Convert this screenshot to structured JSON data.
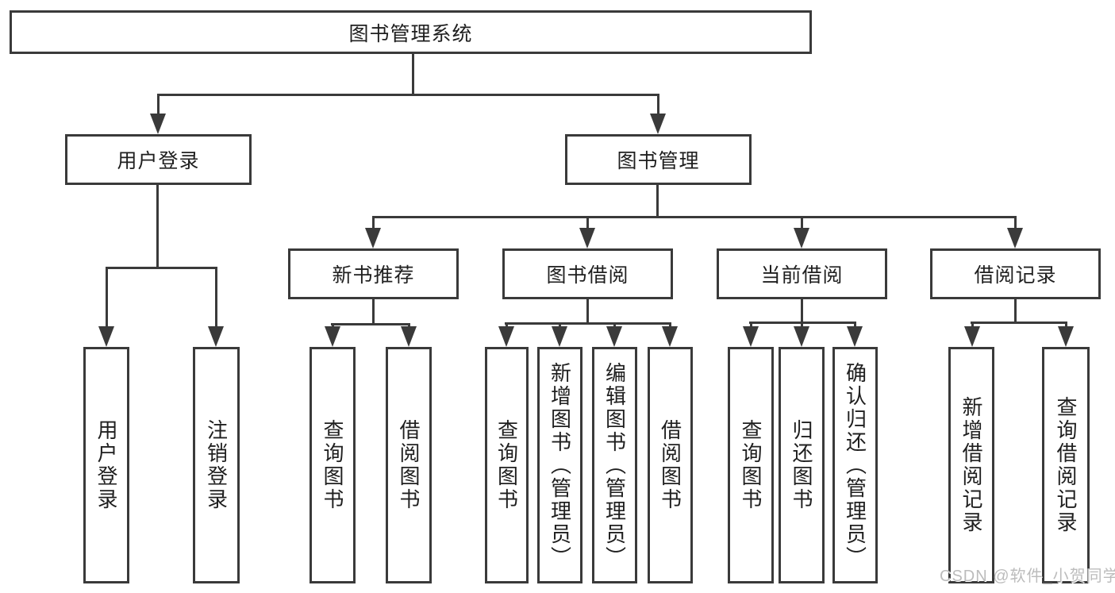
{
  "diagram": {
    "root": {
      "label": "图书管理系统"
    },
    "branches": [
      {
        "label": "用户登录",
        "children": [
          "用户登录",
          "注销登录"
        ]
      },
      {
        "label": "图书管理",
        "children": [
          {
            "label": "新书推荐",
            "children": [
              "查询图书",
              "借阅图书"
            ]
          },
          {
            "label": "图书借阅",
            "children": [
              "查询图书",
              "新增图书（管理员）",
              "编辑图书（管理员）",
              "借阅图书"
            ]
          },
          {
            "label": "当前借阅",
            "children": [
              "查询图书",
              "归还图书",
              "确认归还（管理员）"
            ]
          },
          {
            "label": "借阅记录",
            "children": [
              "新增借阅记录",
              "查询借阅记录"
            ]
          }
        ]
      }
    ]
  },
  "watermark": {
    "text": "CSDN @软件_小贺同学"
  },
  "colors": {
    "line": "#3a3a3a",
    "text": "#1f1f1f",
    "background": "#ffffff",
    "watermark": "#bcbcbc"
  }
}
